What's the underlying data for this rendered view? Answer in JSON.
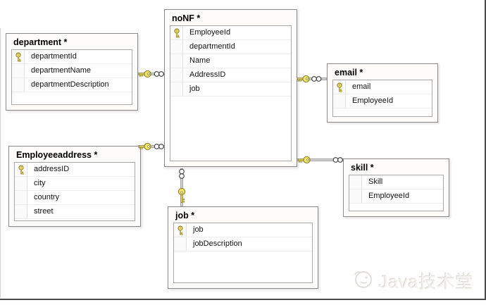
{
  "diagram": {
    "tables": [
      {
        "name": "department",
        "title": "department *",
        "columns": [
          {
            "name": "departmentId",
            "is_primary_key": true
          },
          {
            "name": "departmentName",
            "is_primary_key": false
          },
          {
            "name": "departmentDescription",
            "is_primary_key": false
          }
        ]
      },
      {
        "name": "noNF",
        "title": "noNF *",
        "columns": [
          {
            "name": "EmployeeId",
            "is_primary_key": true
          },
          {
            "name": "departmentId",
            "is_primary_key": false
          },
          {
            "name": "Name",
            "is_primary_key": false
          },
          {
            "name": "AddressID",
            "is_primary_key": false
          },
          {
            "name": "job",
            "is_primary_key": false
          }
        ]
      },
      {
        "name": "email",
        "title": "email *",
        "columns": [
          {
            "name": "email",
            "is_primary_key": true
          },
          {
            "name": "EmployeeId",
            "is_primary_key": false
          }
        ]
      },
      {
        "name": "Employeeaddress",
        "title": "Employeeaddress *",
        "columns": [
          {
            "name": "addressID",
            "is_primary_key": true
          },
          {
            "name": "city",
            "is_primary_key": false
          },
          {
            "name": "country",
            "is_primary_key": false
          },
          {
            "name": "street",
            "is_primary_key": false
          }
        ]
      },
      {
        "name": "skill",
        "title": "skill *",
        "columns": [
          {
            "name": "Skill",
            "is_primary_key": false
          },
          {
            "name": "EmployeeId",
            "is_primary_key": false
          }
        ]
      },
      {
        "name": "job",
        "title": "job *",
        "columns": [
          {
            "name": "job",
            "is_primary_key": true
          },
          {
            "name": "jobDescription",
            "is_primary_key": false
          }
        ]
      }
    ],
    "relationships": [
      {
        "one_side": "department",
        "many_side": "noNF",
        "notation": "key-to-infinity"
      },
      {
        "one_side": "noNF",
        "many_side": "email",
        "notation": "key-to-infinity"
      },
      {
        "one_side": "Employeeaddress",
        "many_side": "noNF",
        "notation": "key-to-infinity"
      },
      {
        "one_side": "noNF",
        "many_side": "skill",
        "notation": "key-to-infinity"
      },
      {
        "one_side": "job",
        "many_side": "noNF",
        "notation": "key-to-infinity"
      }
    ]
  },
  "watermark": {
    "text": "Java技术堂"
  },
  "colors": {
    "key_fill": "#f2e16b",
    "key_outline": "#86791c",
    "connector_line": "#b7b7b7",
    "table_border": "#898989",
    "canvas_edge": "#4a4a4a"
  }
}
